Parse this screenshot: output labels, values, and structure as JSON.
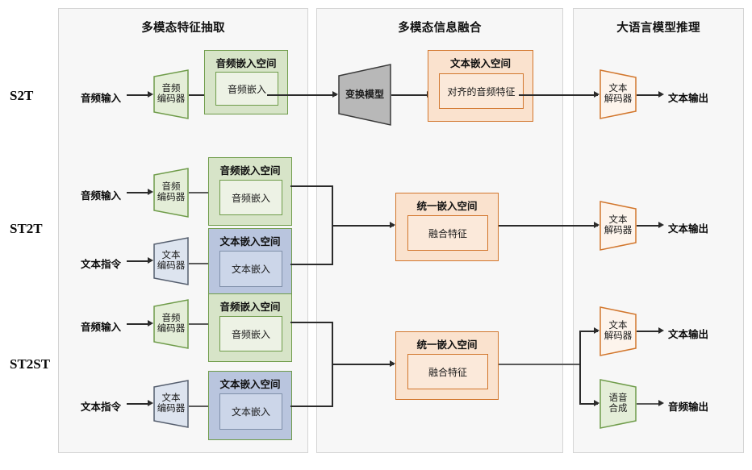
{
  "panels": [
    {
      "title": "多模态特征抽取"
    },
    {
      "title": "多模态信息融合"
    },
    {
      "title": "大语言模型推理"
    }
  ],
  "rows": [
    {
      "label": "S2T"
    },
    {
      "label": "ST2T"
    },
    {
      "label": "ST2ST"
    }
  ],
  "labels": {
    "audio_input": "音频输入",
    "text_instruction": "文本指令",
    "text_output": "文本输出",
    "audio_output": "音频输出"
  },
  "nodes": {
    "audio_encoder": "音频\n编码器",
    "audio_encoder_l1": "音频",
    "audio_encoder_l2": "编码器",
    "text_encoder_l1": "文本",
    "text_encoder_l2": "编码器",
    "transform_model": "变换模型",
    "text_decoder_l1": "文本",
    "text_decoder_l2": "解码器",
    "speech_synth_l1": "语音",
    "speech_synth_l2": "合成"
  },
  "spaces": {
    "audio_embed_space": "音频嵌入空间",
    "audio_embed": "音频嵌入",
    "text_embed_space": "文本嵌入空间",
    "text_embed": "文本嵌入",
    "text_embed_space_s2t": "文本嵌入空间",
    "aligned_audio_feature": "对齐的音频特征",
    "unified_space": "统一嵌入空间",
    "fused_feature": "融合特征"
  },
  "colors": {
    "green_fill": "#d7e4c8",
    "green_border": "#6f9c4a",
    "blue_fill": "#b9c5de",
    "blue_border": "#8090aa",
    "orange_fill": "#fae2ce",
    "orange_border": "#d2762c",
    "gray_fill": "#b8b8b8",
    "gray_border": "#3a3a3a",
    "panel_bg": "#f7f7f7",
    "panel_border": "#d4d4d4",
    "line": "#2b2b2b"
  }
}
